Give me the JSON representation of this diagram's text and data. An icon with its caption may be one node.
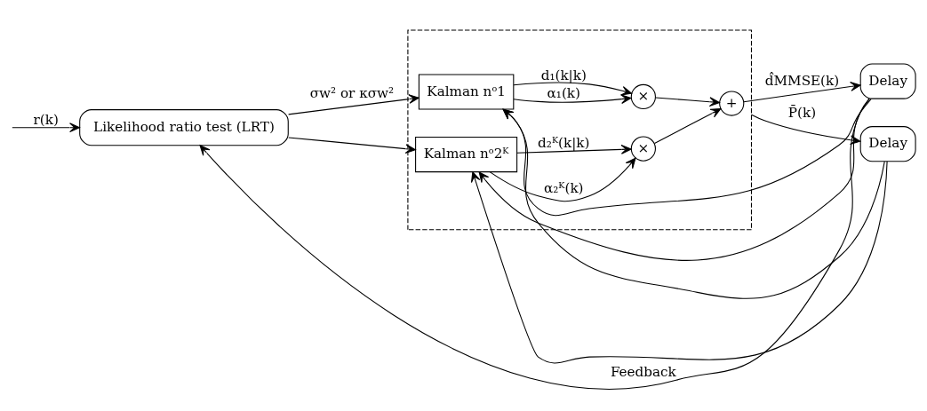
{
  "diagram": {
    "nodes": [
      {
        "text": [
          "Likelihood ratio test (LRT)"
        ]
      },
      {
        "text": [],
        "shape": "box"
      },
      {
        "text": [
          "Kalman nᵒ1"
        ],
        "in": 1
      },
      {
        "text": [
          "Kalman nᵒ2ᴷ"
        ],
        "in": 1
      },
      {
        "text": [
          "×"
        ],
        "in": 1
      },
      {
        "text": [
          "×"
        ],
        "in": 1
      },
      {
        "text": [
          "+"
        ],
        "in": 1
      },
      {
        "text": [
          "Delay"
        ]
      },
      {
        "text": [
          "Delay"
        ]
      }
    ],
    "edges": [
      {
        "from": null,
        "to": 0,
        "arrow": "to",
        "label": "r(k)"
      },
      {
        "from": 7,
        "to": 0,
        "arrow": "to",
        "label": "Feedback"
      },
      {
        "from": 0,
        "to": 2,
        "arrow": "to",
        "label": "σw² or κσw²"
      },
      {
        "from": 0,
        "to": 3,
        "arrow": "to"
      },
      {
        "from": 7,
        "to": 2,
        "arrow": "to"
      },
      {
        "from": 7,
        "to": 3,
        "arrow": "to"
      },
      {
        "from": 8,
        "to": 2,
        "arrow": "to"
      },
      {
        "from": 8,
        "to": 3,
        "arrow": "to"
      },
      {
        "from": 2,
        "to": 4,
        "arrow": "to",
        "label": "α₁(k)"
      },
      {
        "from": 2,
        "to": 4,
        "arrow": "to",
        "label": "d₁(k|k)"
      },
      {
        "from": 3,
        "to": 5,
        "arrow": "to",
        "label": "α₂ᴷ(k)"
      },
      {
        "from": 3,
        "to": 5,
        "arrow": "to",
        "label": "d₂ᴷ(k|k)"
      },
      {
        "from": 4,
        "to": 6,
        "arrow": "to"
      },
      {
        "from": 5,
        "to": 6,
        "arrow": "to"
      },
      {
        "from": 6,
        "to": 7,
        "arrow": "to",
        "label": "d̂MMSE(k)"
      },
      {
        "from": 1,
        "to": 8,
        "arrow": "to",
        "label": "P̄(k)"
      }
    ]
  }
}
